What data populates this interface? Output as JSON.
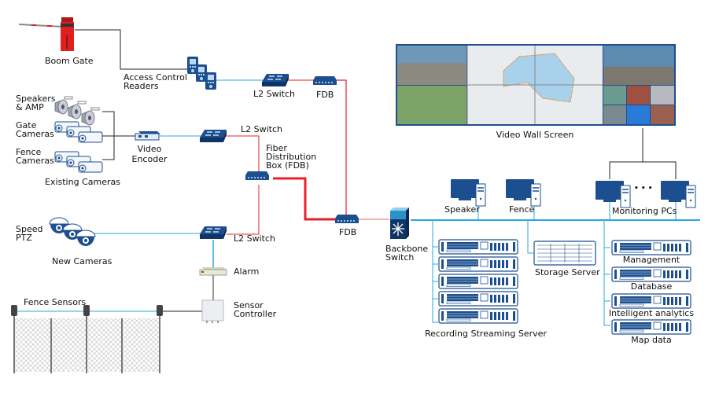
{
  "colors": {
    "device_blue": "#1c4f8f",
    "device_dark": "#0f3566",
    "network_cyan": "#29a8e0",
    "fiber_red": "#e8202a",
    "fiber_pink": "#f08080",
    "copper_black": "#222222",
    "gate_red": "#e02020"
  },
  "labels": {
    "boom_gate": "Boom Gate",
    "access_control_1": "Access Control",
    "access_control_2": "Readers",
    "l2_switch_top": "L2 Switch",
    "fdb_top": "FDB",
    "speakers_1": "Speakers",
    "speakers_2": "& AMP",
    "gate_cam_1": "Gate",
    "gate_cam_2": "Cameras",
    "fence_cam_1": "Fence",
    "fence_cam_2": "Cameras",
    "existing_cameras": "Existing Cameras",
    "video_encoder_1": "Video",
    "video_encoder_2": "Encoder",
    "l2_switch_mid": "L2 Switch",
    "fdb_main_1": "Fiber",
    "fdb_main_2": "Distribution",
    "fdb_main_3": "Box (FDB)",
    "speed_ptz_1": "Speed",
    "speed_ptz_2": "PTZ",
    "new_cameras": "New Cameras",
    "l2_switch_bottom": "L2 Switch",
    "alarm": "Alarm",
    "fence_sensors": "Fence Sensors",
    "sensor_controller_1": "Sensor",
    "sensor_controller_2": "Controller",
    "fdb_bottom": "FDB",
    "backbone_1": "Backbone",
    "backbone_2": "Switch",
    "video_wall": "Video Wall Screen",
    "speaker_pc": "Speaker",
    "fence_pc": "Fence",
    "monitoring_pcs": "Monitoring PCs",
    "ellipsis": "• • •",
    "recording_server": "Recording Streaming Server",
    "storage_server": "Storage Server",
    "management": "Management",
    "database": "Database",
    "intelligent_analytics": "Intelligent analytics",
    "map_data": "Map data"
  }
}
